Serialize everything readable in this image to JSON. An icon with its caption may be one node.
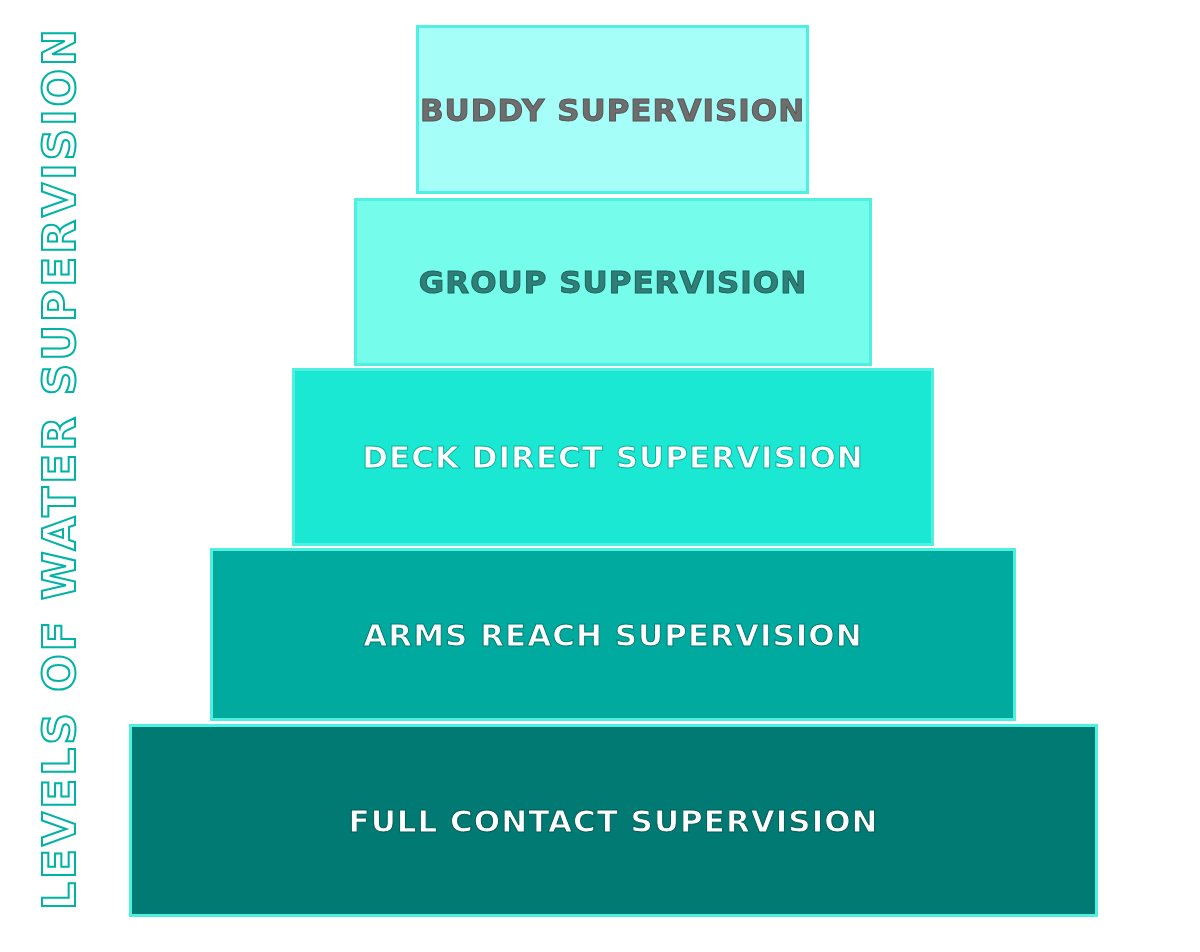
{
  "diagram": {
    "title": "LEVELS OF WATER SUPERVISION",
    "nodes": [
      {
        "text": [
          "BUDDY SUPERVISION"
        ]
      },
      {
        "text": [
          "GROUP SUPERVISION"
        ]
      },
      {
        "text": [
          "DECK DIRECT SUPERVISION"
        ]
      },
      {
        "text": [
          "ARMS REACH SUPERVISION"
        ]
      },
      {
        "text": [
          "FULL CONTACT SUPERVISION"
        ]
      }
    ]
  }
}
